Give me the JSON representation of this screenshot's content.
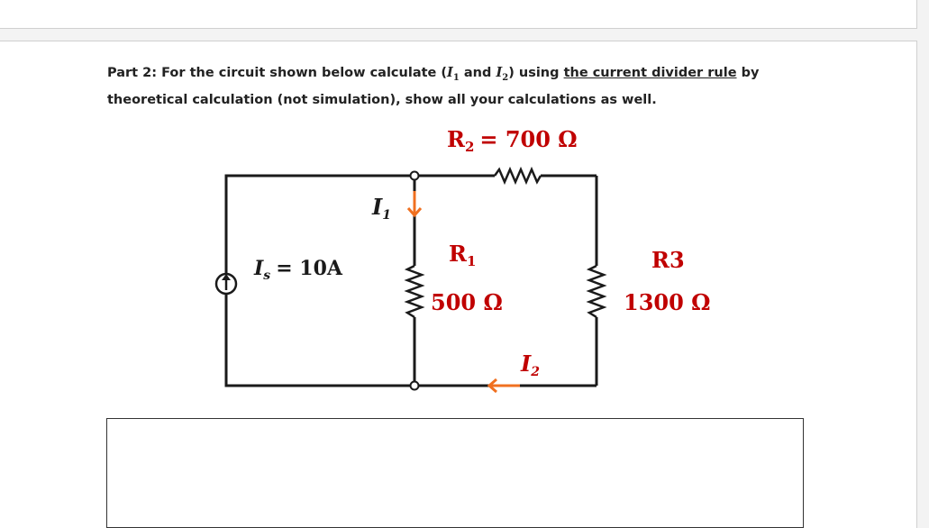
{
  "question": {
    "part": "Part 2:",
    "text_1": "For the circuit shown below calculate (",
    "i1_sym": "I",
    "i1_sub": "1",
    "and": "and",
    "i2_sym": "I",
    "i2_sub": "2",
    "text_2": ") using",
    "rule": "the current divider rule",
    "text_3": "by theoretical calculation (not simulation), show all your calculations as well."
  },
  "circuit": {
    "r2_label": "R",
    "r2_sub": "2",
    "r2_value": "= 700 Ω",
    "r1_label": "R",
    "r1_sub": "1",
    "r1_value": "500 Ω",
    "r3_label": "R3",
    "r3_value": "1300 Ω",
    "source_label": "I",
    "source_sub": "s",
    "source_value": "= 10A",
    "i1_label": "I",
    "i1_sub": "1",
    "i2_label": "I",
    "i2_sub": "2",
    "arrow_color": "#f07020",
    "wire_color": "#1a1a1a"
  },
  "answer_box": {
    "content": ""
  }
}
